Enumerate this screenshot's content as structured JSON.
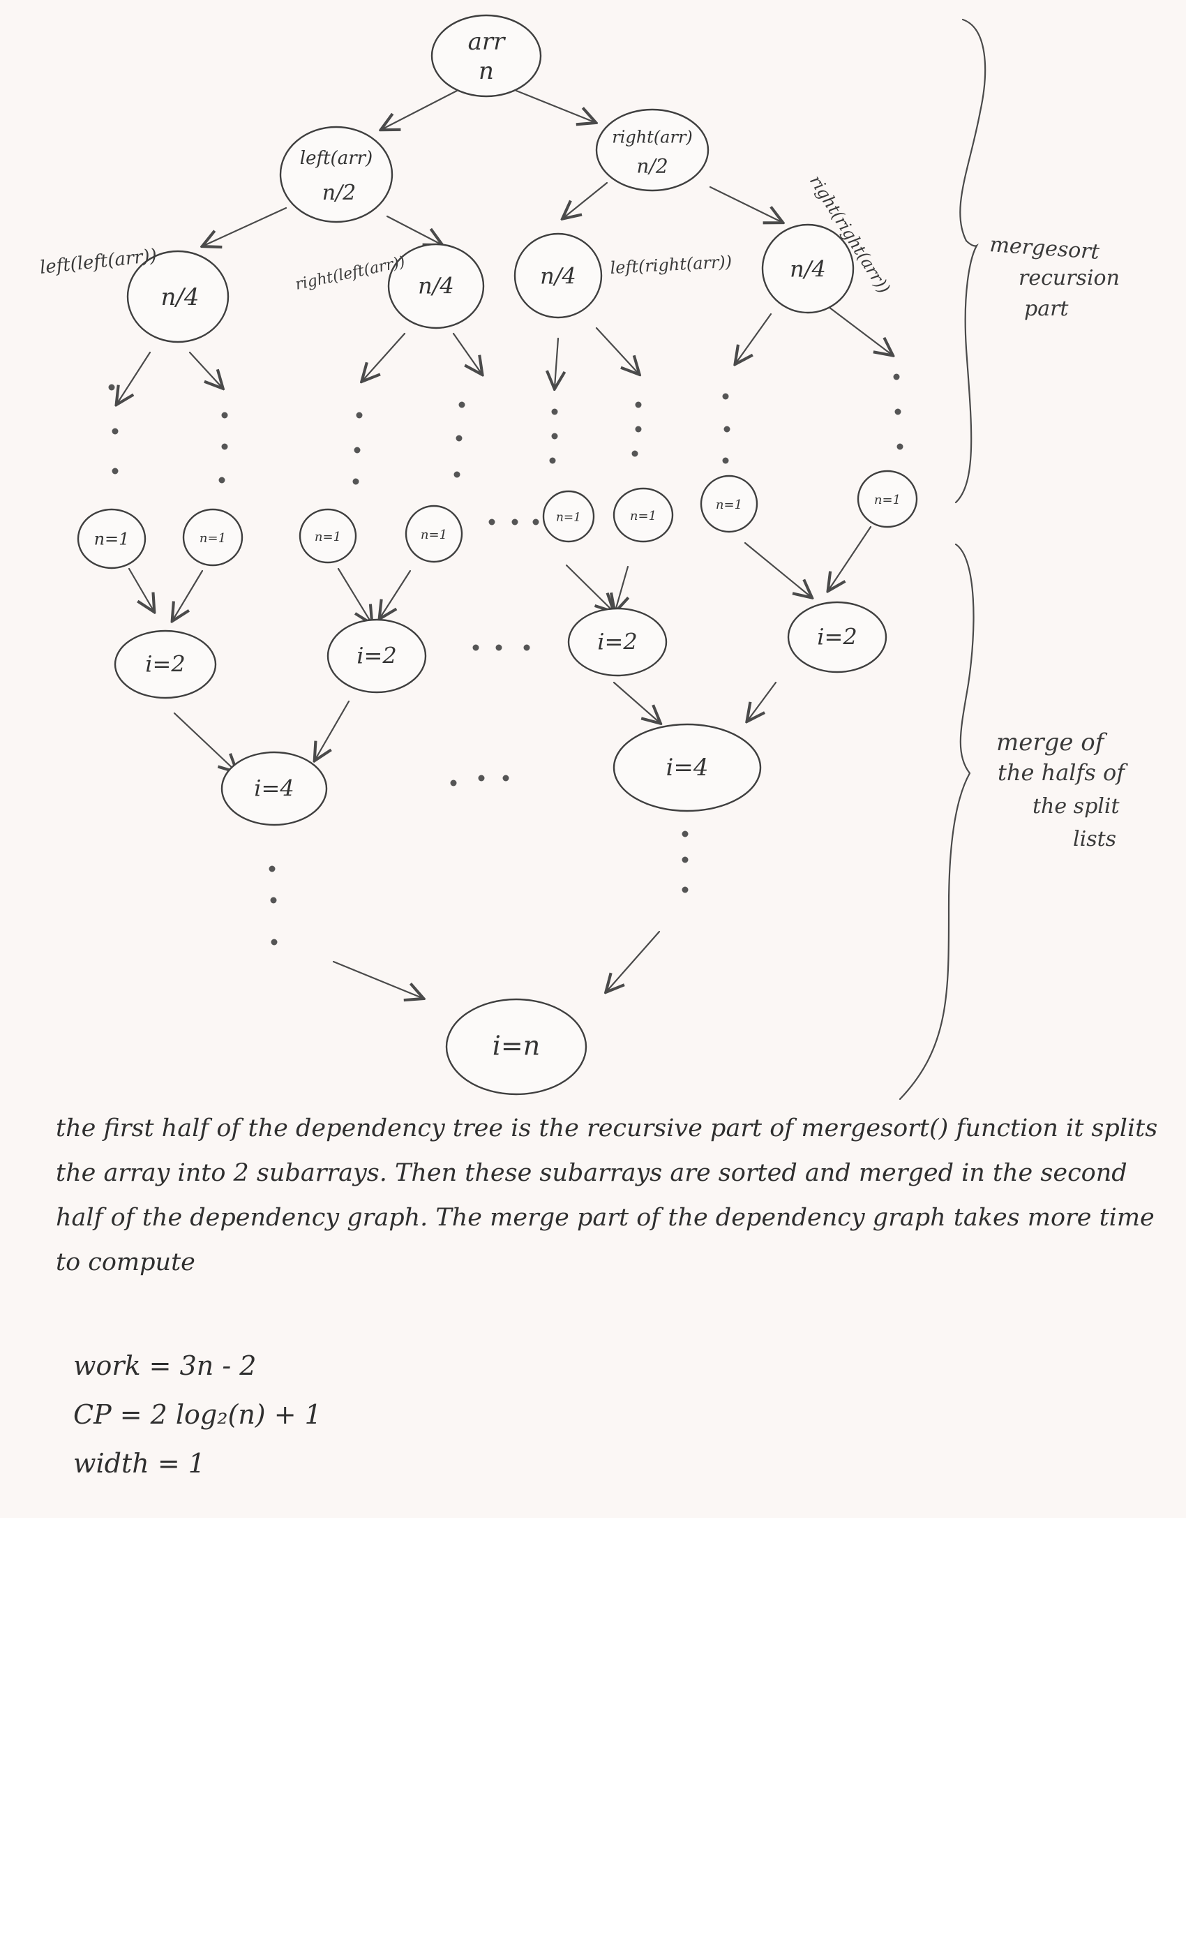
{
  "nodes": {
    "root": [
      "arr",
      "n"
    ],
    "left_half": [
      "left(arr)",
      "n/2"
    ],
    "right_half": [
      "right(arr)",
      "n/2"
    ],
    "quarter": "n/4",
    "leaf_a": "n=1",
    "leaf": "n=1",
    "merge_2": "i=2",
    "merge_4": "i=4",
    "final": "i=n"
  },
  "edge_labels": {
    "left_left": "left(left(arr))",
    "right_left": "right(left(arr))",
    "left_right": "left(right(arr))",
    "right_right": "right(right(arr))"
  },
  "annotations": {
    "recursion": [
      "mergesort",
      "recursion",
      "part"
    ],
    "merge": [
      "merge of",
      "the halfs of",
      "the split",
      "lists"
    ]
  },
  "description": "the first half of the dependency tree is the recursive part of mergesort() function it splits the array into 2 subarrays. Then these subarrays are sorted and merged in the second half of the dependency graph. The merge part of the dependency graph takes more time to compute",
  "metrics": {
    "work": "work = 3n - 2",
    "cp": "CP = 2 log₂(n) + 1",
    "width": "width = 1"
  }
}
